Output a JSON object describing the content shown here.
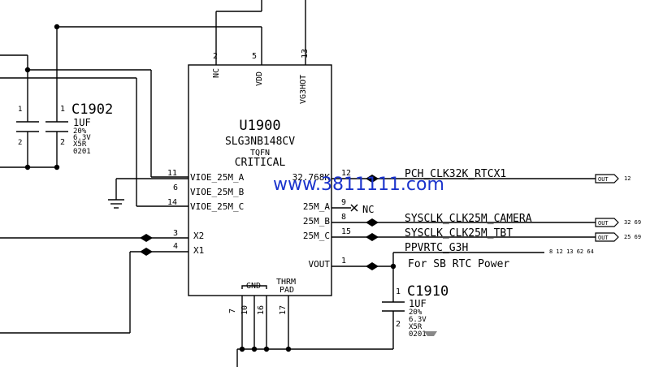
{
  "chip": {
    "refdes": "U1900",
    "part_number": "SLG3NB148CV",
    "package": "TQFN",
    "criticality": "CRITICAL",
    "top_pins": [
      {
        "name": "NC",
        "number": "2"
      },
      {
        "name": "VDD",
        "number": "5"
      },
      {
        "name": "VG3HOT",
        "number": "13"
      }
    ],
    "left_pins": [
      {
        "name": "VIOE_25M_A",
        "number": "11"
      },
      {
        "name": "VIOE_25M_B",
        "number": "6"
      },
      {
        "name": "VIOE_25M_C",
        "number": "14"
      },
      {
        "name": "X2",
        "number": "3"
      },
      {
        "name": "X1",
        "number": "4"
      }
    ],
    "right_pins": [
      {
        "name": "32.768K",
        "number": "12"
      },
      {
        "name": "25M_A",
        "number": "9"
      },
      {
        "name": "25M_B",
        "number": "8"
      },
      {
        "name": "25M_C",
        "number": "15"
      },
      {
        "name": "VOUT",
        "number": "1"
      }
    ],
    "bottom_pins": [
      {
        "number": "7"
      },
      {
        "number": "10"
      },
      {
        "number": "16"
      },
      {
        "number": "17"
      }
    ],
    "gnd_label": "GND",
    "thrm_label_1": "THRM",
    "thrm_label_2": "PAD"
  },
  "nc_marker": "NC",
  "nets": [
    {
      "name": "PCH_CLK32K_RTCX1",
      "refs": "12"
    },
    {
      "name": "SYSCLK_CLK25M_CAMERA",
      "refs": "32 69"
    },
    {
      "name": "SYSCLK_CLK25M_TBT",
      "refs": "25 69"
    },
    {
      "name": "PPVRTC_G3H",
      "refs": "8 12 13 62 64"
    }
  ],
  "out_label": "OUT",
  "note": "For SB RTC Power",
  "c1902": {
    "refdes": "C1902",
    "value": "1UF",
    "tolerance": "20%",
    "voltage": "6.3V",
    "dielectric": "X5R",
    "size": "0201",
    "pin1": "1",
    "pin2": "2",
    "left_pin1": "1",
    "left_pin2": "2"
  },
  "c1910": {
    "refdes": "C1910",
    "value": "1UF",
    "tolerance": "20%",
    "voltage": "6.3V",
    "dielectric": "X5R",
    "size": "0201",
    "pin1": "1",
    "pin2": "2"
  },
  "watermark": "www.3811111.com"
}
